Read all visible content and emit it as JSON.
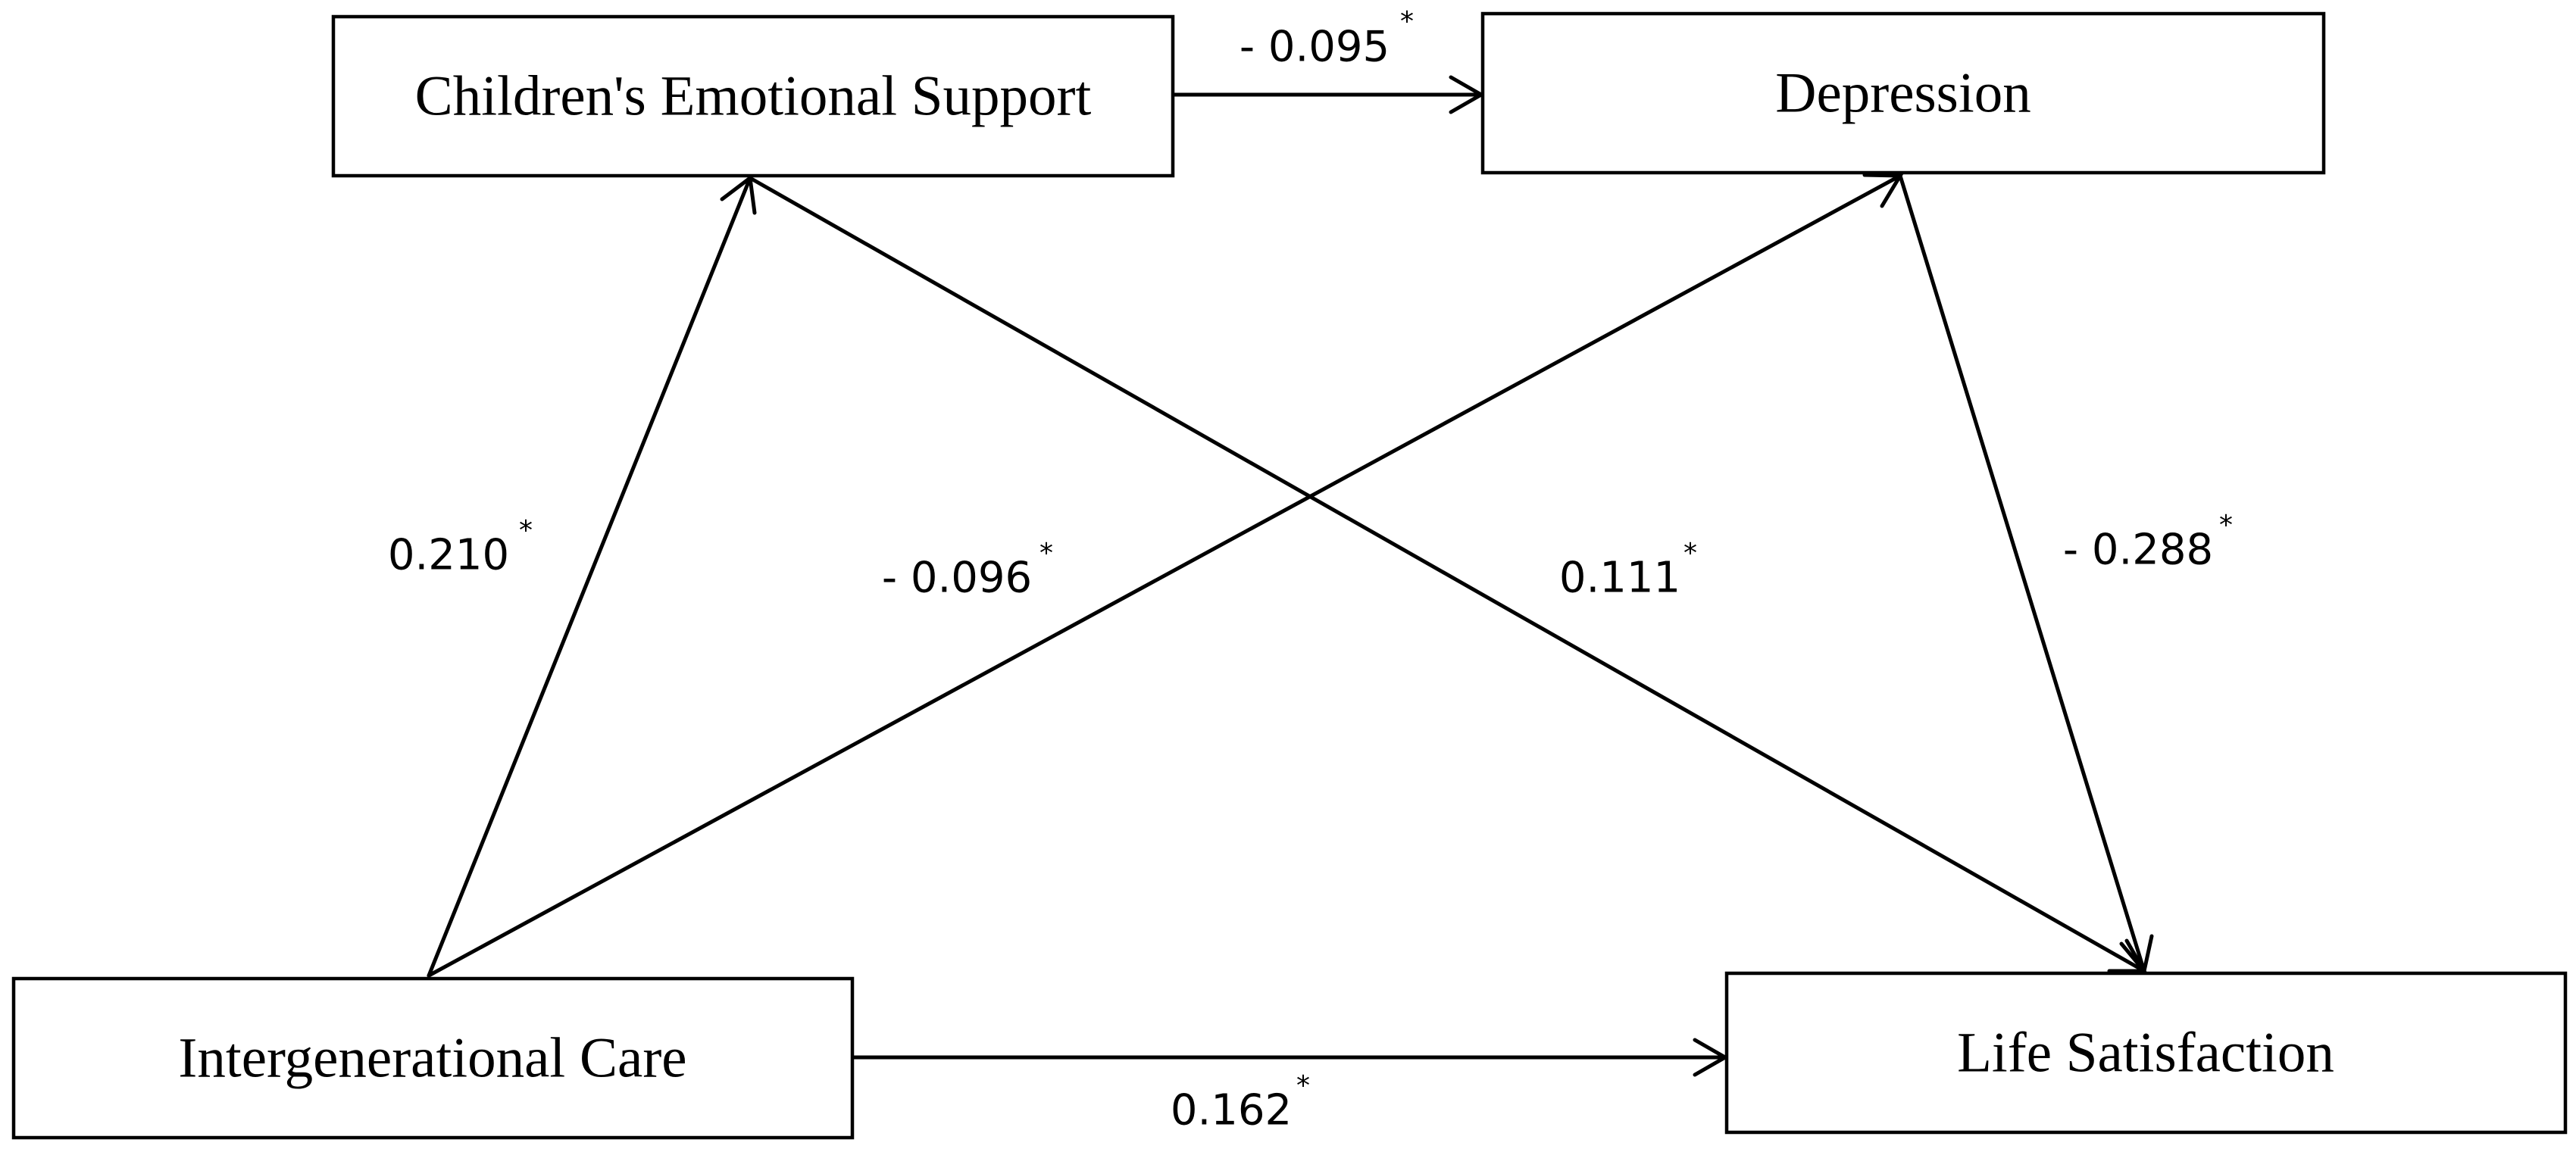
{
  "nodes": {
    "childrens_emotional_support": {
      "label": "Children's Emotional Support"
    },
    "depression": {
      "label": "Depression"
    },
    "intergenerational_care": {
      "label": "Intergenerational Care"
    },
    "life_satisfaction": {
      "label": "Life Satisfaction"
    }
  },
  "edges": [
    {
      "from": "childrens_emotional_support",
      "to": "depression",
      "coefficient": "- 0.095",
      "significance": "*"
    },
    {
      "from": "intergenerational_care",
      "to": "childrens_emotional_support",
      "coefficient": "0.210",
      "significance": "*"
    },
    {
      "from": "intergenerational_care",
      "to": "depression",
      "coefficient": "- 0.096",
      "significance": "*"
    },
    {
      "from": "childrens_emotional_support",
      "to": "life_satisfaction",
      "coefficient": "0.111",
      "significance": "*"
    },
    {
      "from": "depression",
      "to": "life_satisfaction",
      "coefficient": "- 0.288",
      "significance": "*"
    },
    {
      "from": "intergenerational_care",
      "to": "life_satisfaction",
      "coefficient": "0.162",
      "significance": "*"
    }
  ]
}
